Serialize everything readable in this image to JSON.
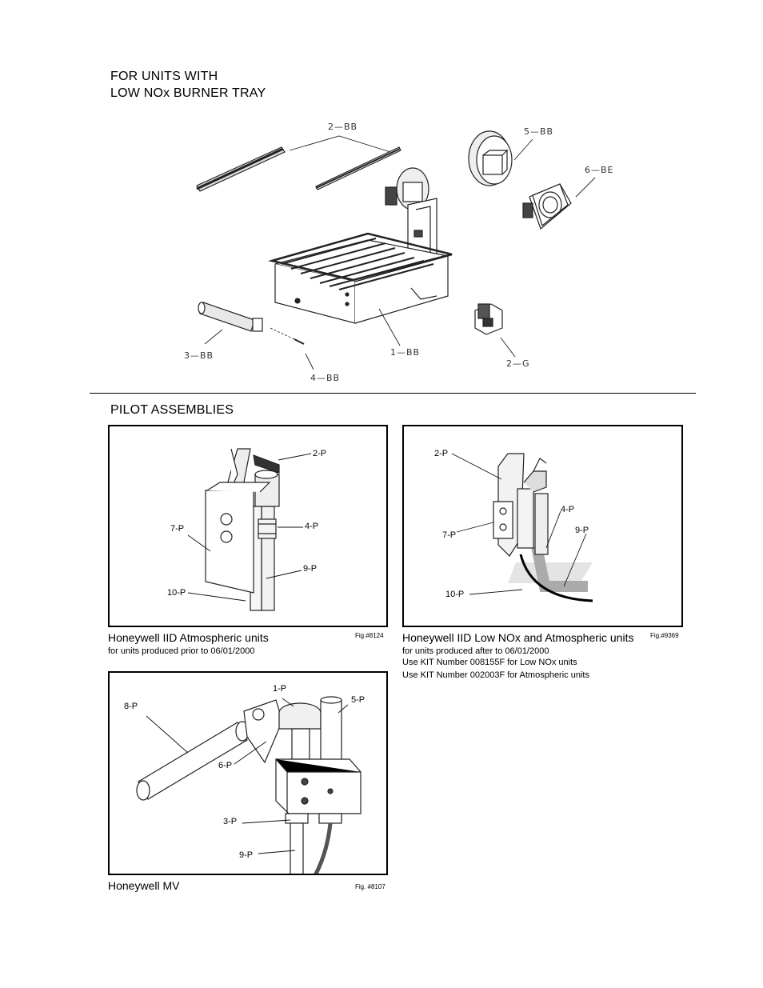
{
  "top": {
    "heading_line1": "FOR UNITS WITH",
    "heading_line2": "LOW NOx BURNER TRAY",
    "labels": {
      "bb2": "2—BB",
      "bb5": "5—BB",
      "bb6": "6—BE",
      "bb3": "3—BB",
      "bb4": "4—BB",
      "bb1": "1—BB",
      "g2": "2—G"
    }
  },
  "pilot": {
    "heading": "PILOT ASSEMBLIES",
    "fig1": {
      "labels": {
        "p2": "2-P",
        "p7": "7-P",
        "p4": "4-P",
        "p9": "9-P",
        "p10": "10-P"
      },
      "caption": "Honeywell IID Atmospheric units",
      "fig_no": "Fig.#8124",
      "sub1": "for units produced prior to 06/01/2000"
    },
    "fig2": {
      "labels": {
        "p2": "2-P",
        "p4": "4-P",
        "p9": "9-P",
        "p7": "7-P",
        "p10": "10-P"
      },
      "caption": "Honeywell IID Low NOx and Atmospheric units",
      "fig_no": "Fig.#9369",
      "sub1": "for units produced after to 06/01/2000",
      "sub2": "Use KIT Number 008155F for Low NOx units",
      "sub3": "Use KIT Number 002003F for Atmospheric units"
    },
    "fig3": {
      "labels": {
        "p1": "1-P",
        "p5": "5-P",
        "p8": "8-P",
        "p6": "6-P",
        "p3": "3-P",
        "p9": "9-P"
      },
      "caption": "Honeywell MV",
      "fig_no": "Fig. #8107"
    }
  }
}
